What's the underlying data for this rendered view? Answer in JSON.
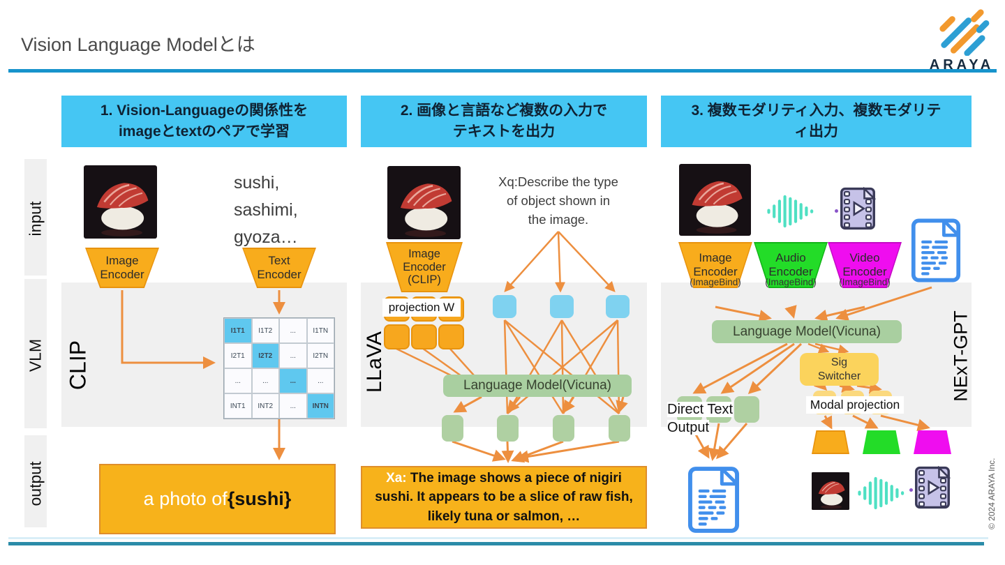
{
  "slide": {
    "title": "Vision Language Modelとは",
    "copyright": "© 2024 ARAYA Inc.",
    "logo": "ARAYA"
  },
  "rails": {
    "input": "input",
    "vlm": "VLM",
    "output": "output"
  },
  "col1": {
    "header": "1. Vision-Languageの関係性を\nimageとtextのペアで学習",
    "words": "sushi,\nsashimi,\ngyoza…",
    "image_encoder": "Image\nEncoder",
    "text_encoder": "Text\nEncoder",
    "model": "CLIP",
    "matrix": [
      [
        "I1T1",
        "I1T2",
        "...",
        "I1TN"
      ],
      [
        "I2T1",
        "I2T2",
        "...",
        "I2TN"
      ],
      [
        "...",
        "...",
        "...",
        "..."
      ],
      [
        "INT1",
        "INT2",
        "...",
        "INTN"
      ]
    ],
    "output_prefix": "a photo of ",
    "output_value": "{sushi}"
  },
  "col2": {
    "header": "2. 画像と言語など複数の入力で\nテキストを出力",
    "question": "Xq:Describe the type\nof object shown in\nthe image.",
    "image_encoder": "Image\nEncoder\n(CLIP)",
    "projection": "projection W",
    "model": "LLaVA",
    "lm": "Language Model(Vicuna)",
    "answer_prefix": "Xa:",
    "answer_body": " The image shows a piece of nigiri sushi. It appears to be a slice of raw fish, likely tuna or salmon, …"
  },
  "col3": {
    "header": "3. 複数モダリティ入力、複数モダリテ\nィ出力",
    "image_encoder": "Image\nEncoder",
    "image_encoder_sub": "(ImageBind)",
    "audio_encoder": "Audio\nEncoder",
    "audio_encoder_sub": "(ImageBind)",
    "video_encoder": "Video\nEncoder",
    "video_encoder_sub": "(ImageBind)",
    "lm": "Language Model(Vicuna)",
    "sig_switcher": "Sig\nSwitcher",
    "modal_projection": "Modal projection",
    "direct_text_output": "Direct Text\nOutput",
    "model": "NExT-GPT"
  },
  "colors": {
    "accent_blue": "#1793CC",
    "header_bg": "#45C6F3",
    "orange": "#F7A71E",
    "arrow_orange": "#ED8F3F",
    "green_box": "#A9CFA0",
    "yellow": "#FBD35C",
    "blue_square": "#7FD2F0",
    "bright_green": "#22DC22",
    "magenta": "#F011F0",
    "teal_line": "#2B8CA8"
  }
}
